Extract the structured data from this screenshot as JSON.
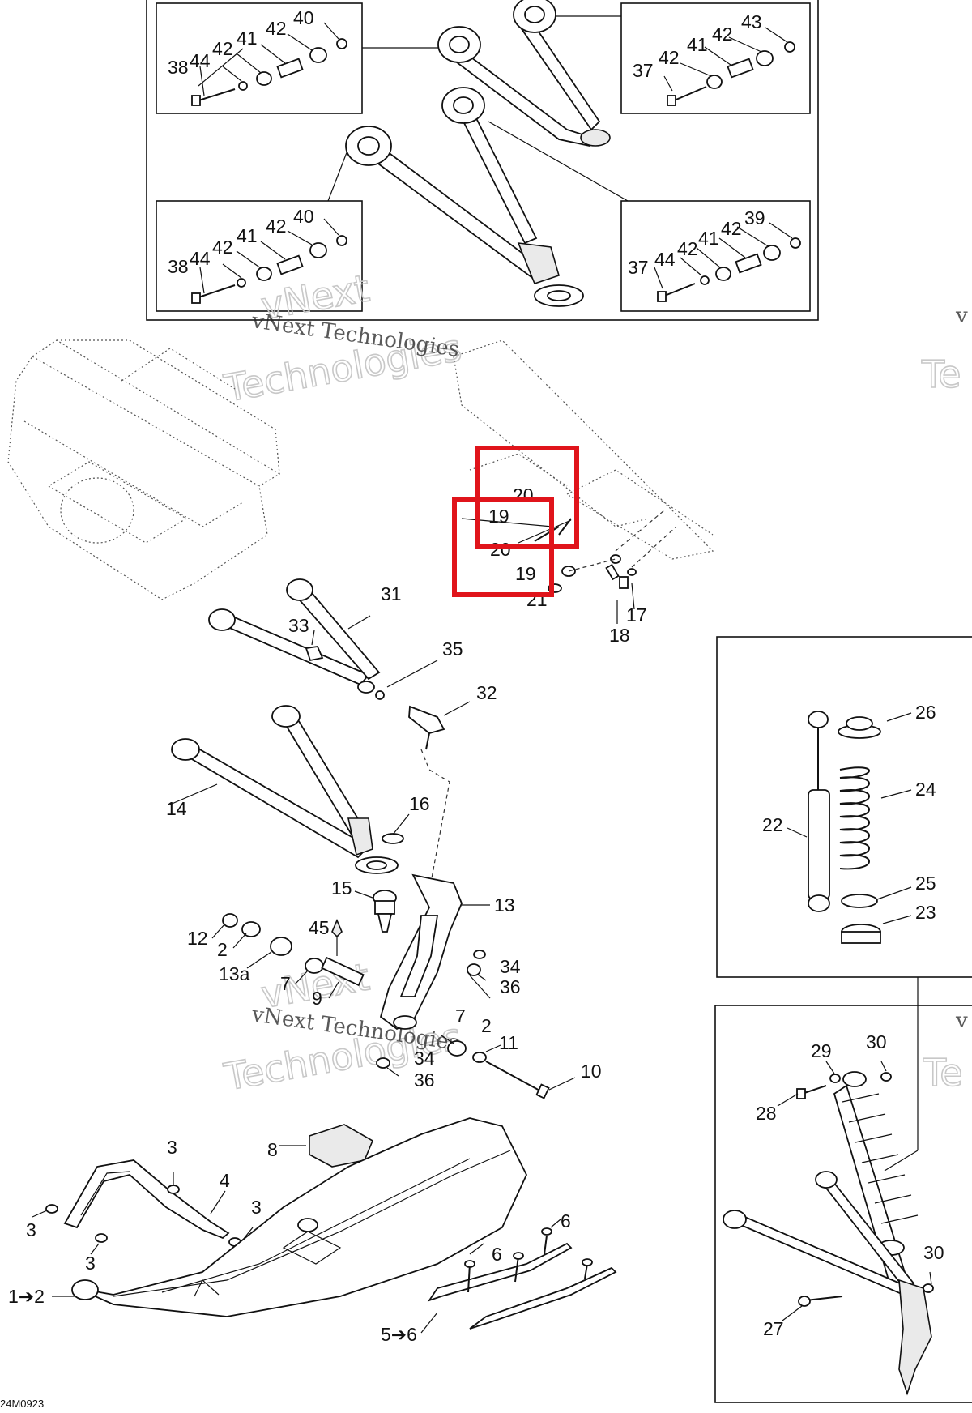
{
  "diagram": {
    "figure_code": "24M0923",
    "watermark": {
      "line1": "vNext Technologies",
      "line2": "vNext",
      "line3": "Technologies"
    },
    "callouts": {
      "c38a": "38",
      "c44a": "44",
      "c42a1": "42",
      "c41a": "41",
      "c42a2": "42",
      "c40a": "40",
      "c37b": "37",
      "c42b1": "42",
      "c41b": "41",
      "c42b2": "42",
      "c43b": "43",
      "c38c": "38",
      "c44c": "44",
      "c42c1": "42",
      "c41c": "41",
      "c42c2": "42",
      "c40c": "40",
      "c37d": "37",
      "c44d": "44",
      "c42d1": "42",
      "c41d": "41",
      "c42d2": "42",
      "c39d": "39",
      "c20a": "20",
      "c19a": "19",
      "c20b": "20",
      "c19b": "19",
      "c21": "21",
      "c17": "17",
      "c18": "18",
      "c31": "31",
      "c33": "33",
      "c35": "35",
      "c32": "32",
      "c14": "14",
      "c16": "16",
      "c15": "15",
      "c13": "13",
      "c12": "12",
      "c2a": "2",
      "c13a": "13a",
      "c7a": "7",
      "c9": "9",
      "c45": "45",
      "c34a": "34",
      "c36a": "36",
      "c7b": "7",
      "c2b": "2",
      "c11": "11",
      "c34b": "34",
      "c36b": "36",
      "c10": "10",
      "c8": "8",
      "c3a": "3",
      "c4": "4",
      "c3b": "3",
      "c3c": "3",
      "c3d": "3",
      "c12arrow": "1➔2",
      "c6a": "6",
      "c6b": "6",
      "c56": "5➔6",
      "c26": "26",
      "c24": "24",
      "c22": "22",
      "c25": "25",
      "c23": "23",
      "c29": "29",
      "c30a": "30",
      "c28": "28",
      "c30b": "30",
      "c27": "27"
    },
    "highlight_color": "#e0141b"
  }
}
